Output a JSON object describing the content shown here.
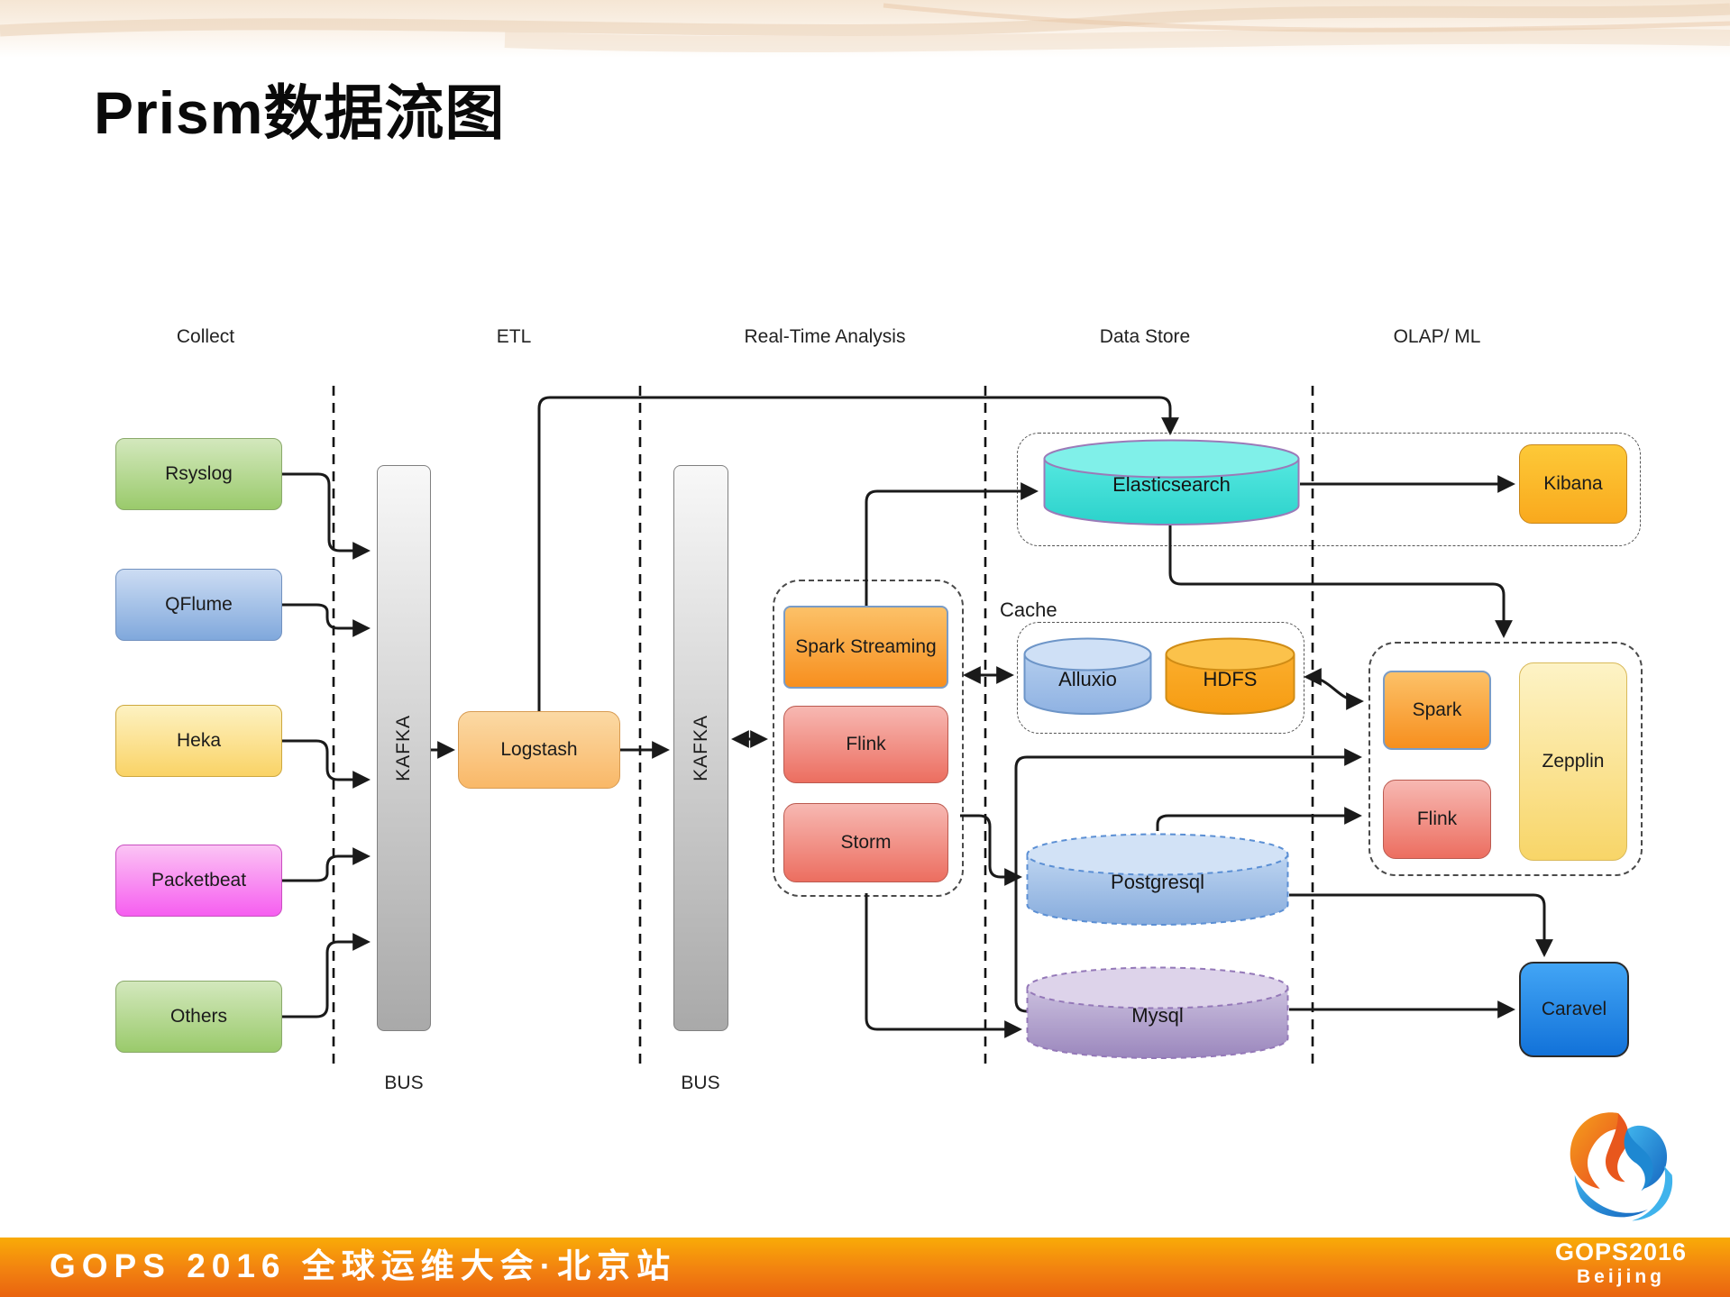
{
  "title": "Prism数据流图",
  "columns": [
    "Collect",
    "ETL",
    "Real-Time Analysis",
    "Data Store",
    "OLAP/ ML"
  ],
  "bus": [
    "BUS",
    "BUS"
  ],
  "nodes": {
    "rsyslog": "Rsyslog",
    "qflume": "QFlume",
    "heka": "Heka",
    "packetbeat": "Packetbeat",
    "others": "Others",
    "kafka1": "KAFKA",
    "kafka2": "KAFKA",
    "logstash": "Logstash",
    "spark_streaming": "Spark Streaming",
    "flink_rt": "Flink",
    "storm": "Storm",
    "elasticsearch": "Elasticsearch",
    "kibana": "Kibana",
    "cache": "Cache",
    "alluxio": "Alluxio",
    "hdfs": "HDFS",
    "spark_olap": "Spark",
    "flink_olap": "Flink",
    "zepplin": "Zepplin",
    "postgresql": "Postgresql",
    "mysql": "Mysql",
    "caravel": "Caravel"
  },
  "edges": [
    "Rsyslog->KAFKA",
    "QFlume->KAFKA",
    "Heka->KAFKA",
    "Packetbeat->KAFKA",
    "Others->KAFKA",
    "KAFKA->Logstash",
    "Logstash->KAFKA(2)",
    "KAFKA(2)<->RealTimeGroup",
    "Logstash->Elasticsearch",
    "RealTimeGroup->Elasticsearch",
    "Elasticsearch->Kibana",
    "Elasticsearch->OLAP-Group",
    "SparkStreaming<->Cache(Alluxio)",
    "HDFS<->Spark(OLAP)",
    "Storm->Postgresql",
    "RealTimeGroup->Mysql",
    "Mysql->OLAP(Spark)",
    "Postgresql->OLAP(Flink)",
    "Postgresql->Caravel",
    "Mysql->Caravel"
  ],
  "footer": {
    "text": "GOPS 2016 全球运维大会·北京站",
    "logo_line1": "GOPS2016",
    "logo_line2": "Beijing"
  },
  "colors": {
    "line": "#1a1a1a",
    "elasticsearch_cyan": "#3fe0db",
    "caravel_blue": "#2086ec",
    "footer_orange": "#f28110",
    "kafka_gray": "#a9a9a9"
  }
}
